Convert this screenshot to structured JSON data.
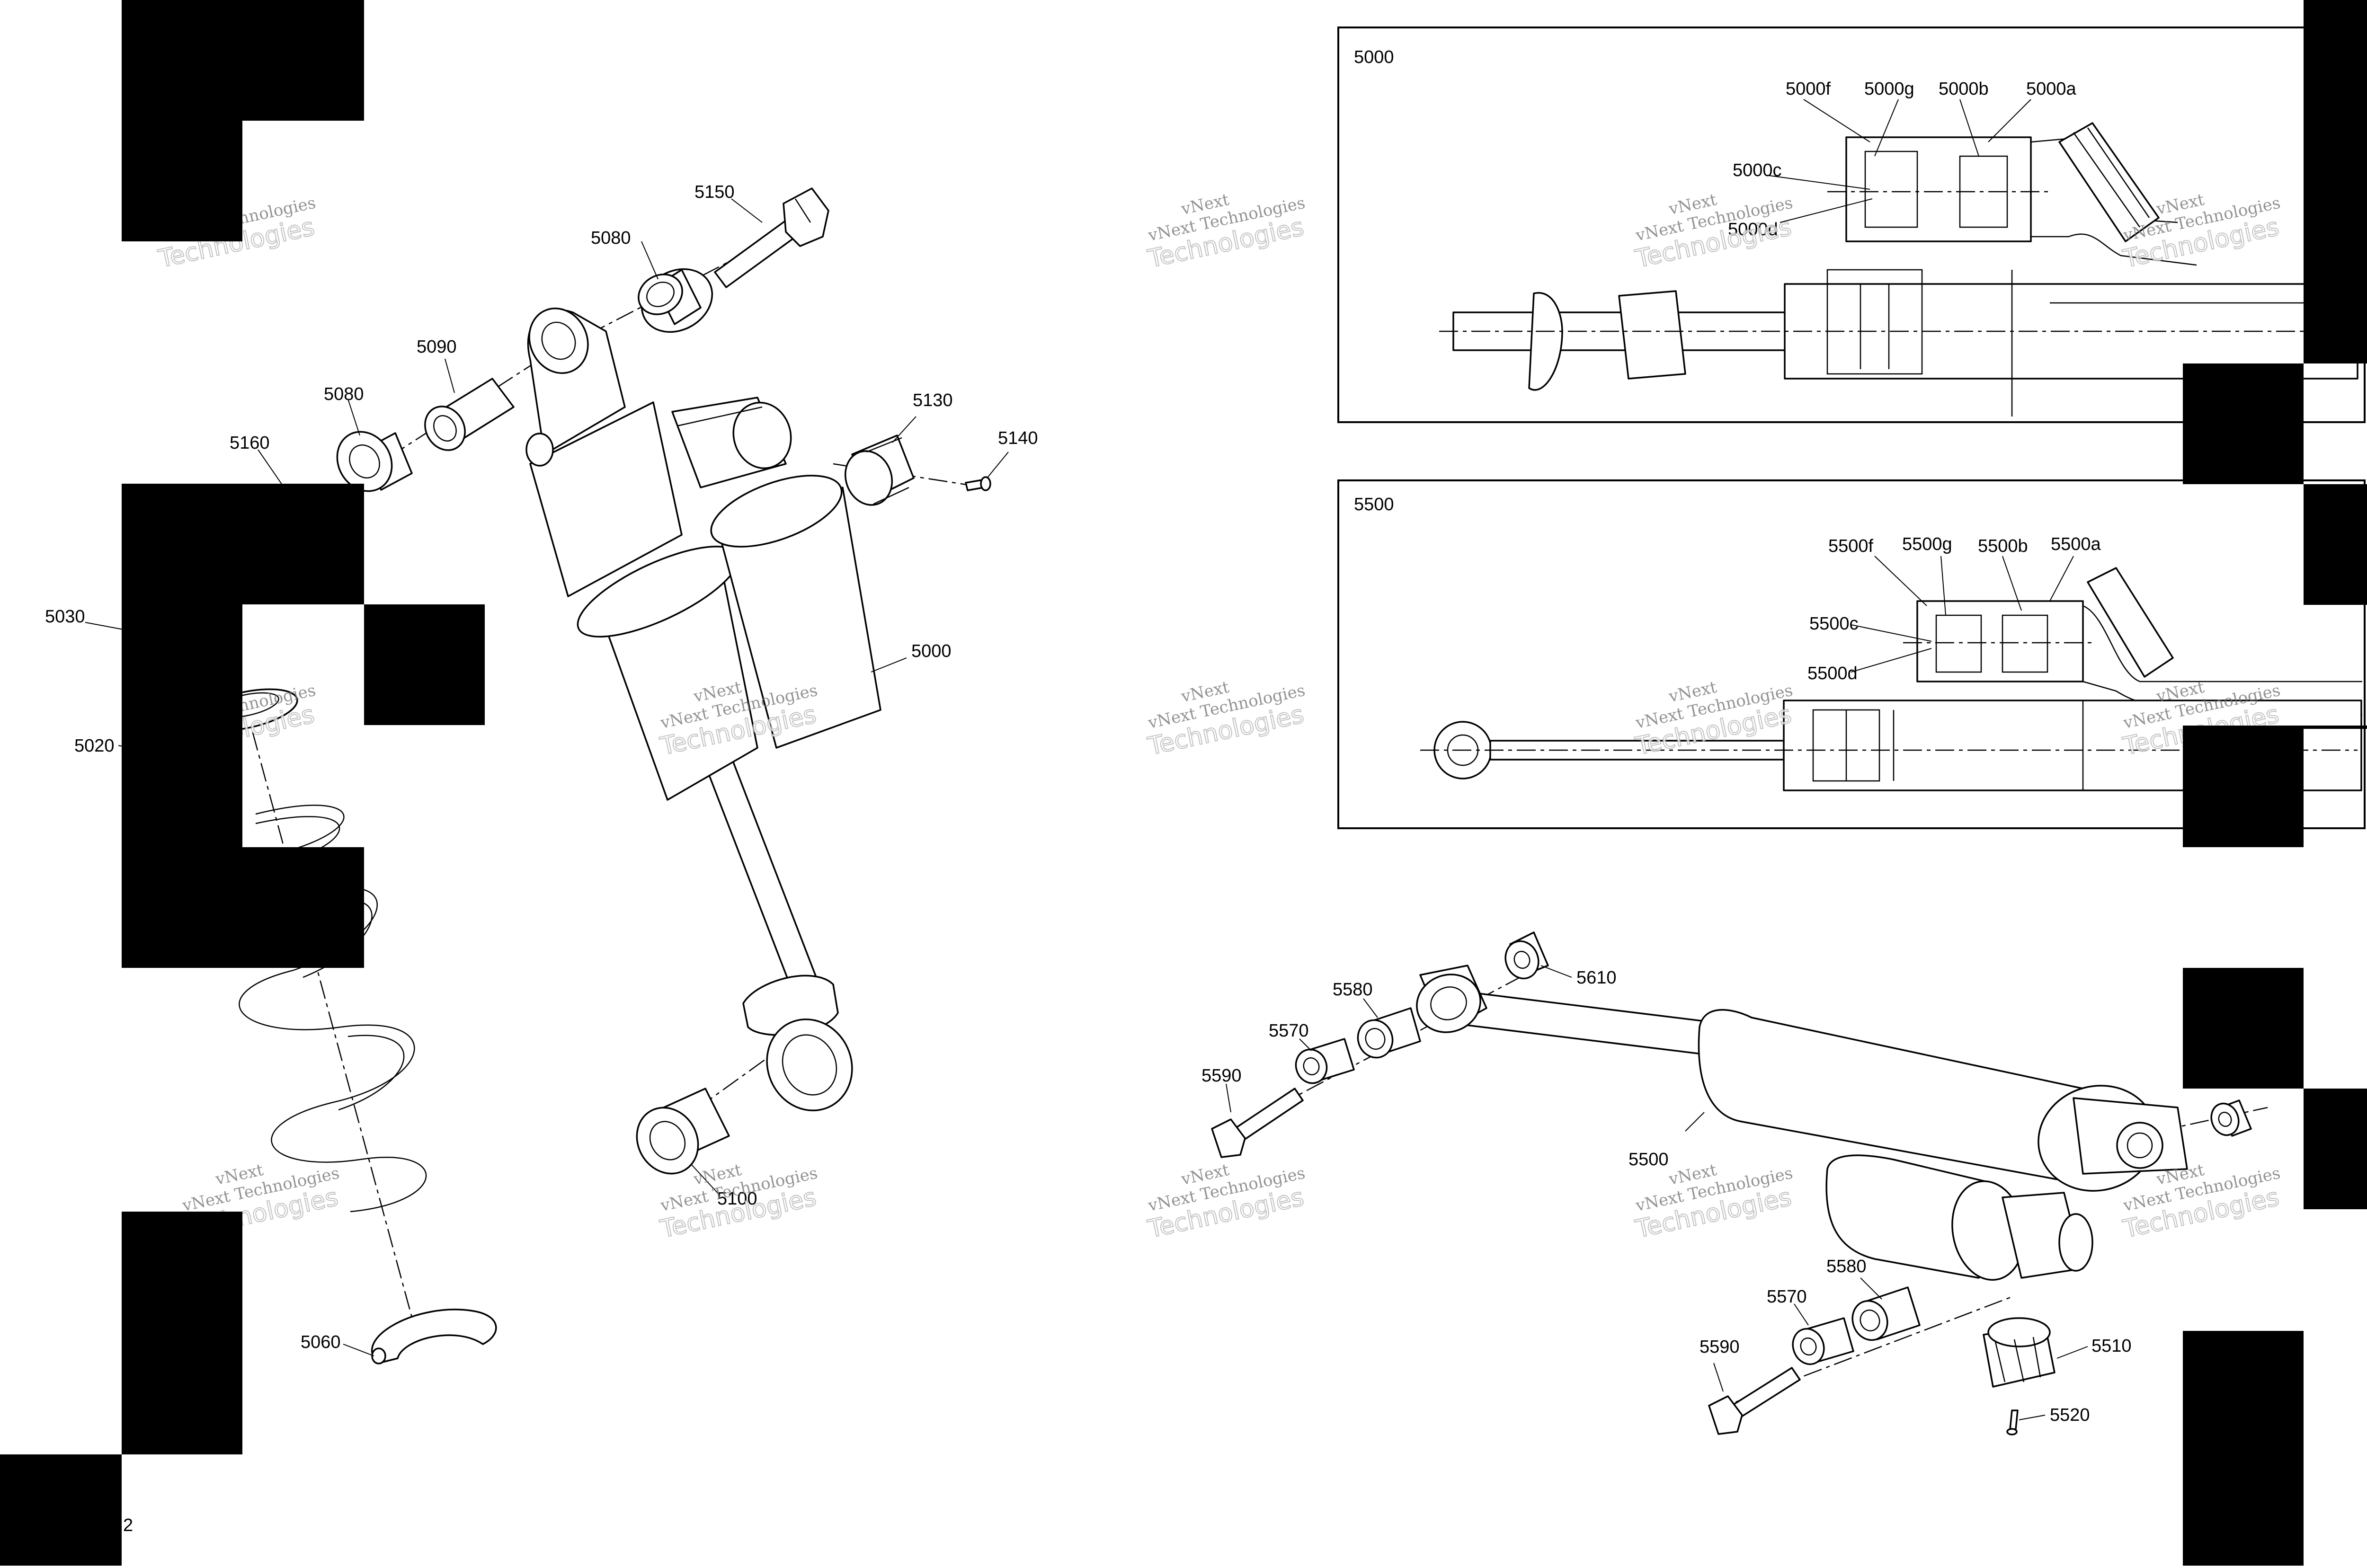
{
  "watermark": {
    "line1": "vNext Technologies",
    "line2": "Technologies",
    "line3": "vNext"
  },
  "page_number": "2",
  "inset_top": {
    "title": "5000",
    "callouts": [
      "5000f",
      "5000g",
      "5000b",
      "5000a",
      "5000c",
      "5000d"
    ]
  },
  "inset_bottom": {
    "title": "5500",
    "callouts": [
      "5500f",
      "5500g",
      "5500b",
      "5500a",
      "5500c",
      "5500d"
    ]
  },
  "left_assembly": {
    "callouts": [
      "5150",
      "5080",
      "5090",
      "5080",
      "5130",
      "5140",
      "5160",
      "5030",
      "5020",
      "5000",
      "5100",
      "5060"
    ]
  },
  "right_assembly": {
    "callouts": [
      "5610",
      "5580",
      "5570",
      "5590",
      "5500",
      "5580",
      "5570",
      "5590",
      "5510",
      "5520"
    ]
  }
}
